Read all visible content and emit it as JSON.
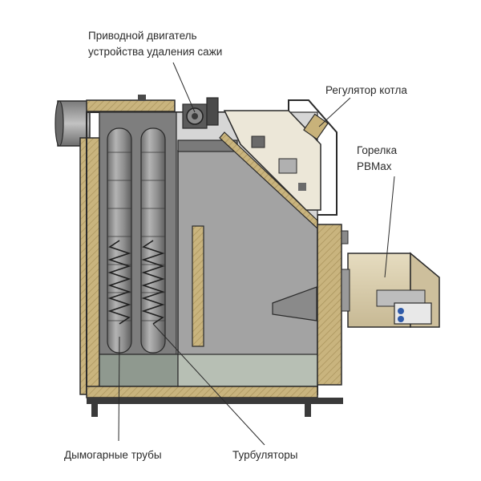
{
  "labels": {
    "motor_line1": "Приводной двигатель",
    "motor_line2": "устройства удаления сажи",
    "regulator": "Регулятор котла",
    "burner_line1": "Горелка",
    "burner_line2": "PBMax",
    "tubes": "Дымогарные трубы",
    "turbulators": "Турбуляторы"
  },
  "colors": {
    "insulation": "#c8b27a",
    "steel": "#8f8f8f",
    "chamber": "#a9a9a9",
    "outline": "#2a2a2a",
    "burner": "#d9cfb4",
    "water_bg": "#eef0e6"
  }
}
